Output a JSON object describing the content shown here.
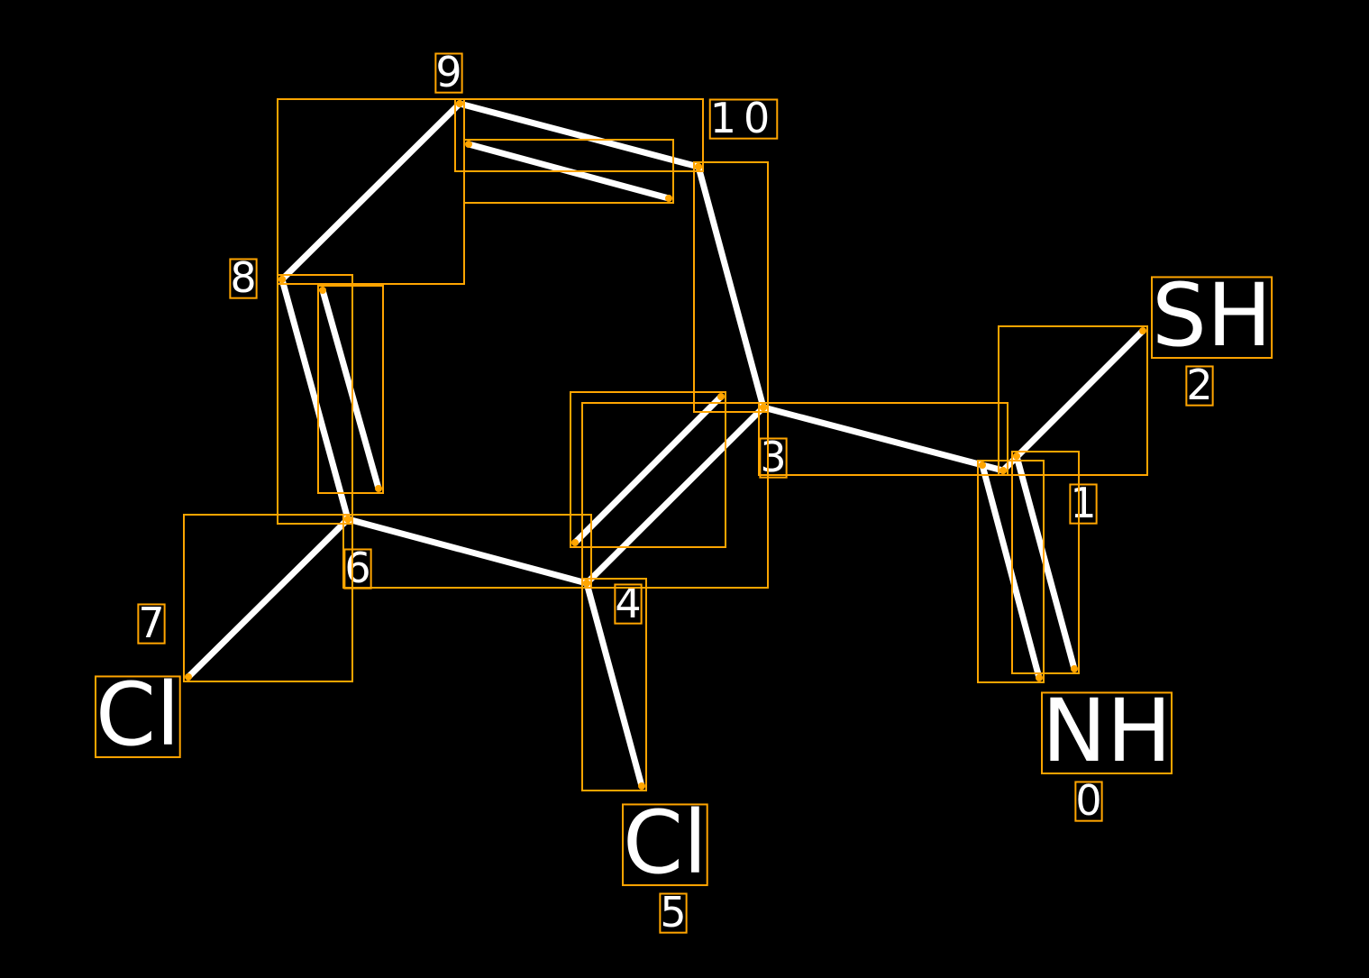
{
  "colors": {
    "background": "#000000",
    "bond": "#ffffff",
    "box": "#ffa500"
  },
  "atoms": [
    {
      "id": "cl-7",
      "label": "Cl"
    },
    {
      "id": "cl-5",
      "label": "Cl"
    },
    {
      "id": "sh-2",
      "label": "SH"
    },
    {
      "id": "nh-0",
      "label": "NH"
    }
  ],
  "indices": [
    "0",
    "1",
    "2",
    "3",
    "4",
    "5",
    "6",
    "7",
    "8",
    "9",
    "10"
  ]
}
